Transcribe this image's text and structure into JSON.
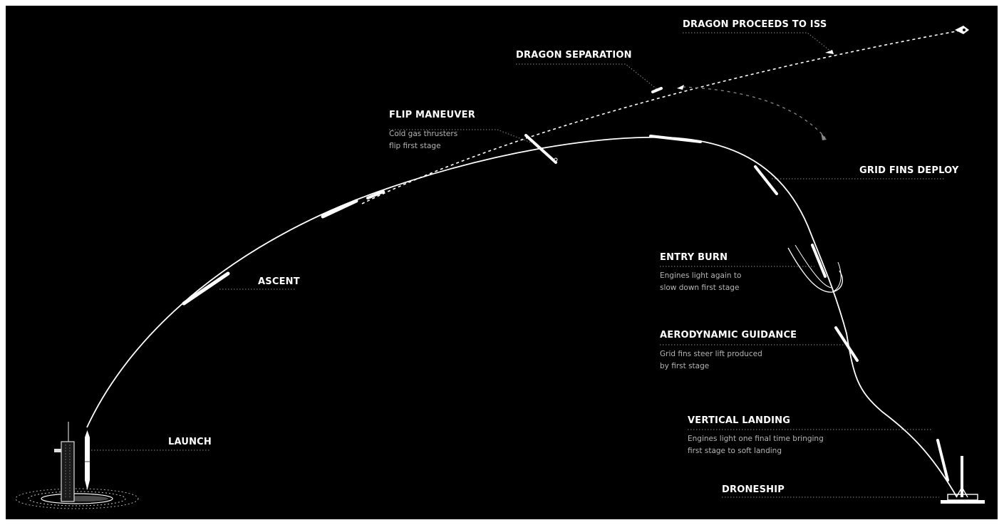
{
  "labels": {
    "launch": "LAUNCH",
    "ascent": "ASCENT",
    "flip": "FLIP MANEUVER",
    "dragon_separation": "DRAGON SEPARATION",
    "dragon_iss": "DRAGON PROCEEDS TO ISS",
    "grid_fins": "GRID FINS DEPLOY",
    "entry_burn": "ENTRY BURN",
    "aero_guidance": "AERODYNAMIC GUIDANCE",
    "vertical_landing": "VERTICAL LANDING",
    "droneship": "DRONESHIP"
  },
  "descriptions": {
    "flip": [
      "Cold gas thrusters",
      "flip first stage"
    ],
    "entry_burn": [
      "Engines light again to",
      "slow down first stage"
    ],
    "aero_guidance": [
      "Grid fins steer lift produced",
      "by first stage"
    ],
    "vertical_landing": [
      "Engines light one final time bringing",
      "first stage to soft landing"
    ]
  },
  "colors": {
    "background": "#000000",
    "trajectory": "#ffffff",
    "leader_line": "#8a8a8a",
    "description_text": "#b5b5b5"
  },
  "icons": [
    "launch-tower-icon",
    "rocket-icon",
    "dragon-capsule-icon",
    "droneship-icon"
  ]
}
